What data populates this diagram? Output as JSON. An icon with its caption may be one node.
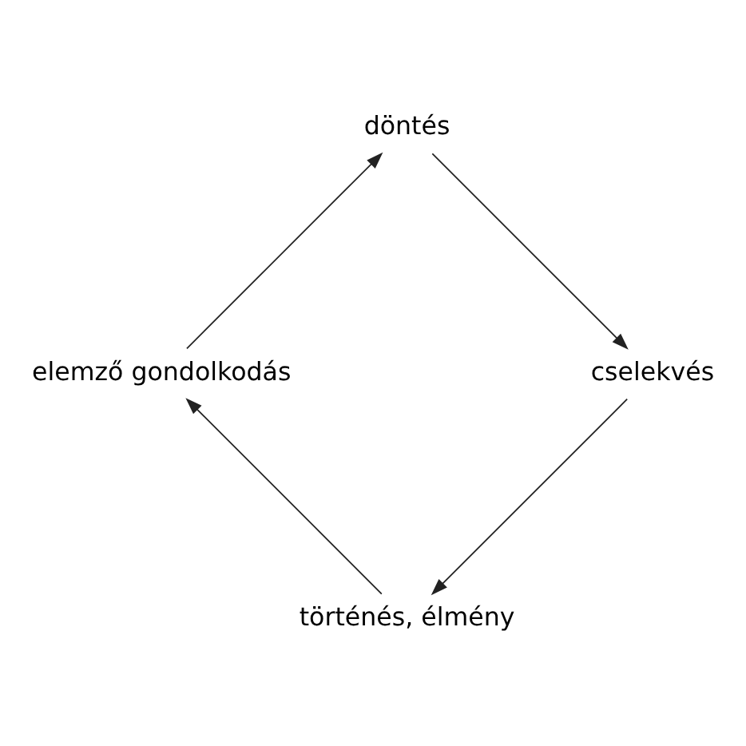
{
  "diagram": {
    "nodes": [
      {
        "text": [
          "történés, élmény"
        ]
      },
      {
        "text": [
          "elemző gondolkodás"
        ]
      },
      {
        "text": [
          "döntés"
        ]
      },
      {
        "text": [
          "cselekvés"
        ]
      }
    ],
    "edges": [
      {
        "from": 0,
        "to": 1,
        "arrow": "to"
      },
      {
        "from": 1,
        "to": 2,
        "arrow": "to"
      },
      {
        "from": 2,
        "to": 3,
        "arrow": "to"
      },
      {
        "from": 3,
        "to": 0,
        "arrow": "to"
      }
    ]
  }
}
